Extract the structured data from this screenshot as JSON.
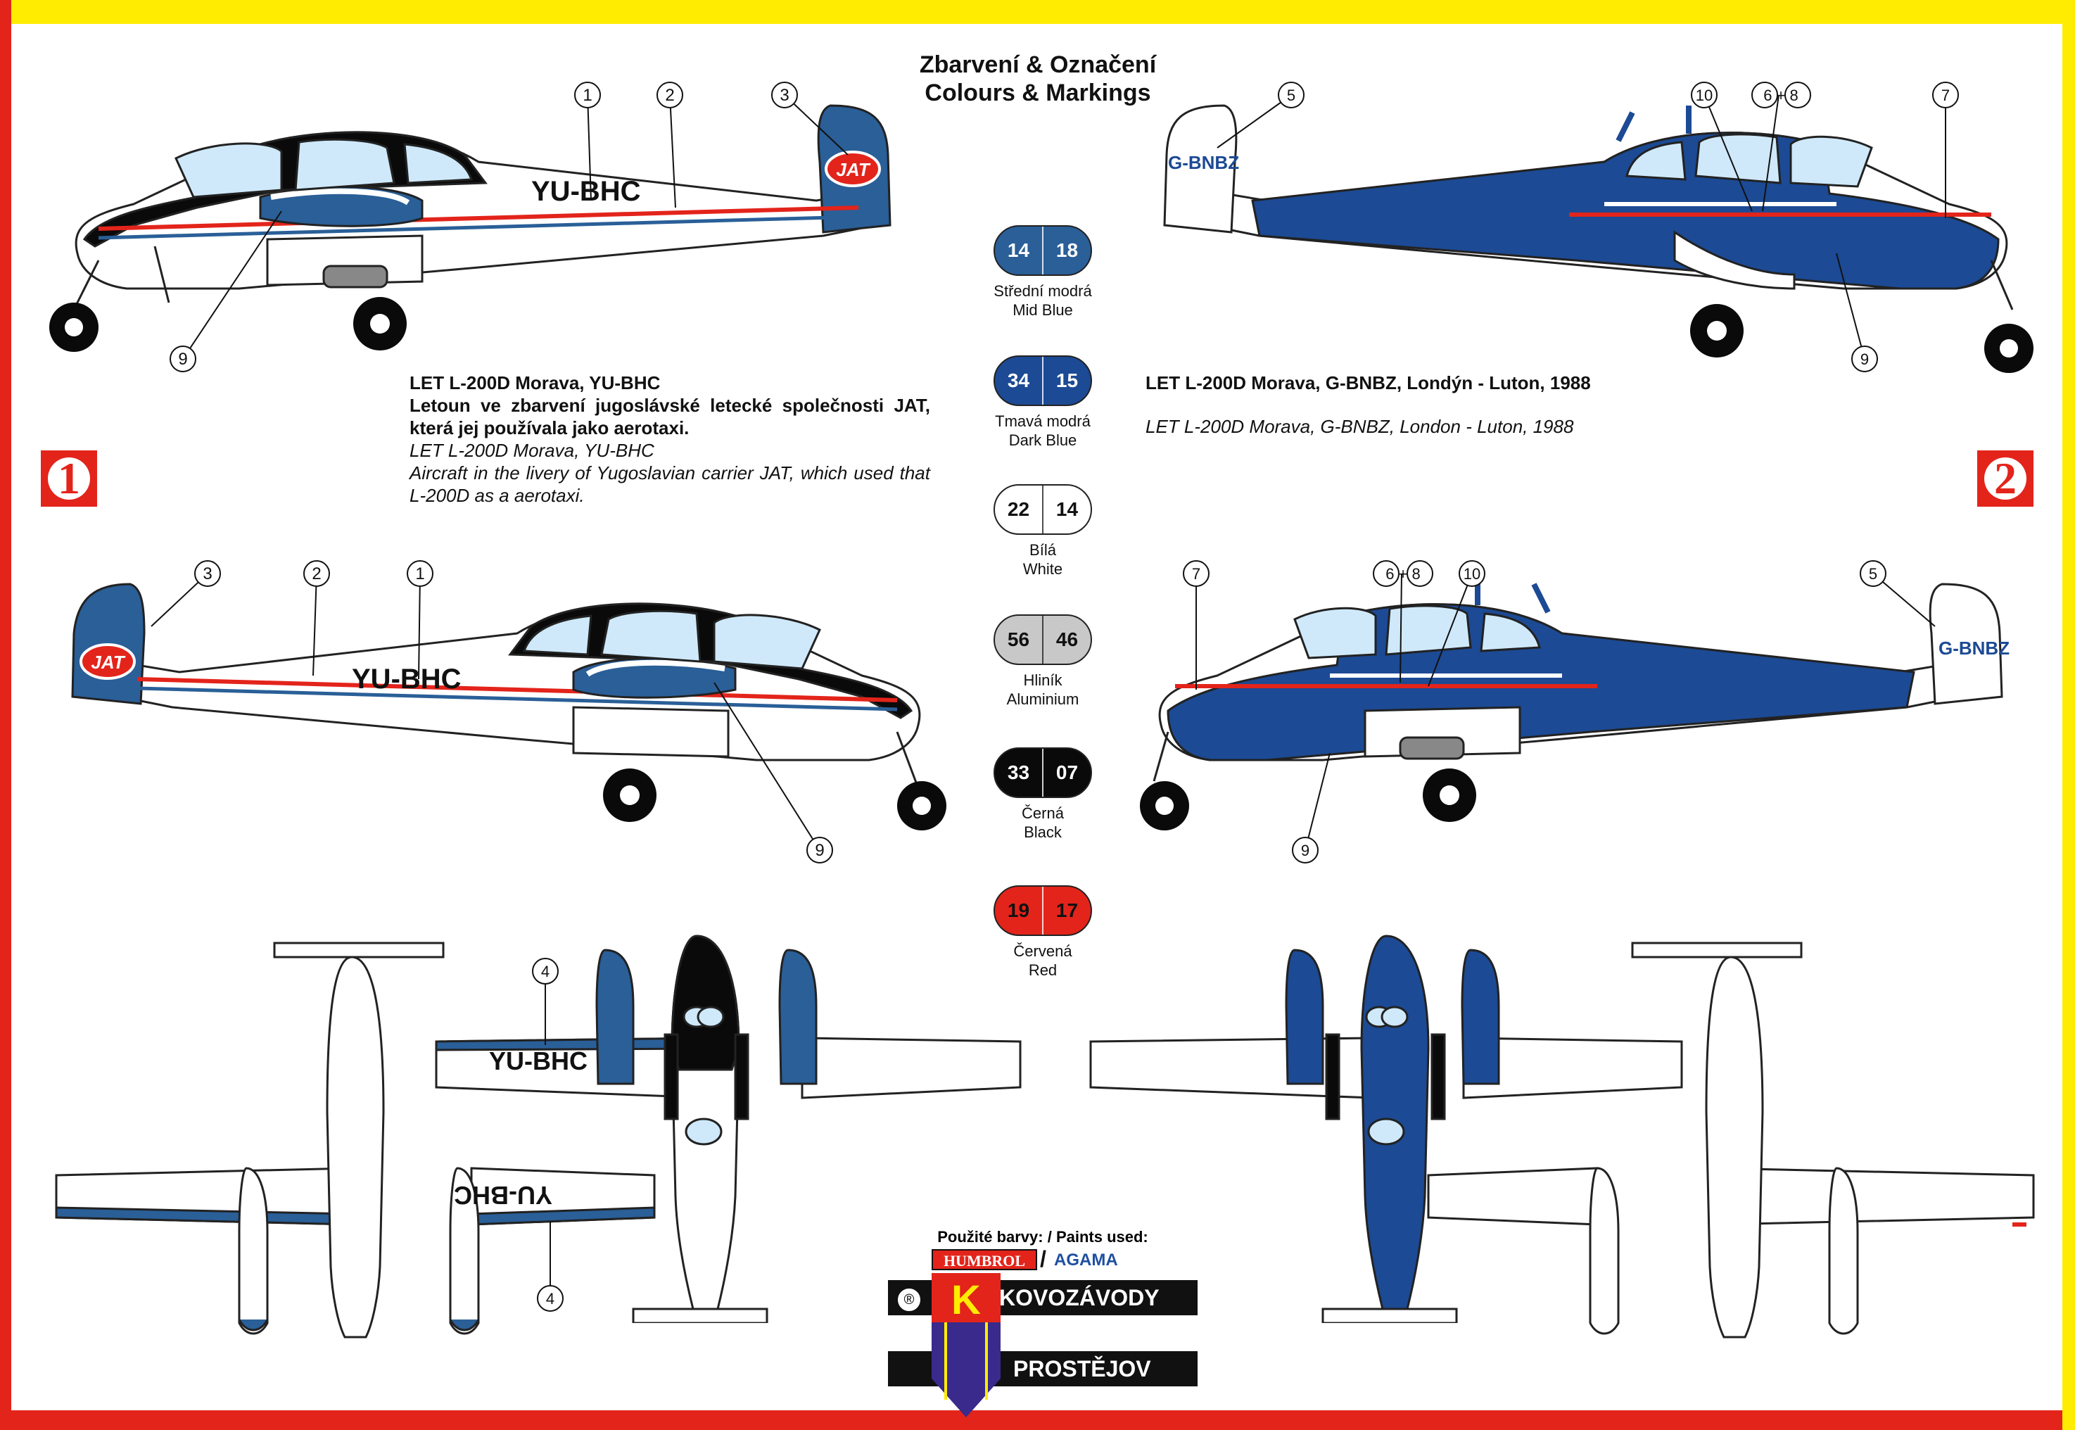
{
  "title": {
    "line1": "Zbarvení & Označení",
    "line2": "Colours & Markings"
  },
  "scheme1": {
    "number": "1",
    "caption_cz_title": "LET L-200D Morava, YU-BHC",
    "caption_cz_text": "Letoun ve zbarvení jugoslávské letecké společnosti JAT, která jej používala jako aerotaxi.",
    "caption_en_title": "LET L-200D Morava, YU-BHC",
    "caption_en_text": "Aircraft in the livery of Yugoslavian carrier JAT, which used that L-200D as a aerotaxi.",
    "registration": "YU-BHC",
    "tail_logo": "JAT"
  },
  "scheme2": {
    "number": "2",
    "caption_cz": "LET L-200D Morava, G-BNBZ, Londýn - Luton, 1988",
    "caption_en": "LET L-200D Morava, G-BNBZ, London - Luton, 1988",
    "registration": "G-BNBZ"
  },
  "callouts": {
    "c1": "1",
    "c2": "2",
    "c3": "3",
    "c4": "4",
    "c5": "5",
    "c7": "7",
    "c9": "9",
    "c10": "10",
    "c68": "6 + 8"
  },
  "swatches": [
    {
      "left": "14",
      "right": "18",
      "label_cz": "Střední modrá",
      "label_en": "Mid Blue",
      "color": "#2a5f98",
      "text_color": "#ffffff"
    },
    {
      "left": "34",
      "right": "15",
      "label_cz": "Tmavá modrá",
      "label_en": "Dark Blue",
      "color": "#1c4a94",
      "text_color": "#ffffff"
    },
    {
      "left": "22",
      "right": "14",
      "label_cz": "Bílá",
      "label_en": "White",
      "color": "#ffffff",
      "text_color": "#111111"
    },
    {
      "left": "56",
      "right": "46",
      "label_cz": "Hliník",
      "label_en": "Aluminium",
      "color": "#c8c8c8",
      "text_color": "#111111"
    },
    {
      "left": "33",
      "right": "07",
      "label_cz": "Černá",
      "label_en": "Black",
      "color": "#0a0a0a",
      "text_color": "#ffffff"
    },
    {
      "left": "19",
      "right": "17",
      "label_cz": "Červená",
      "label_en": "Red",
      "color": "#e3241b",
      "text_color": "#111111"
    }
  ],
  "logo": {
    "paints_used": "Použité barvy: / Paints used:",
    "humbrol": "HUMBROL",
    "slash": "/",
    "agama": "AGAMA",
    "reg_mark": "®",
    "k_letter": "K",
    "line1": "KOVOZÁVODY",
    "line2": "PROSTĚJOV"
  },
  "colors": {
    "mid_blue": "#2a5f98",
    "dark_blue": "#1c4a94",
    "black": "#0a0a0a",
    "red": "#e3241b",
    "aluminium": "#c8c8c8",
    "canopy": "#cfe9fb",
    "yellow": "#ffec00",
    "purple": "#3a2a8c"
  }
}
